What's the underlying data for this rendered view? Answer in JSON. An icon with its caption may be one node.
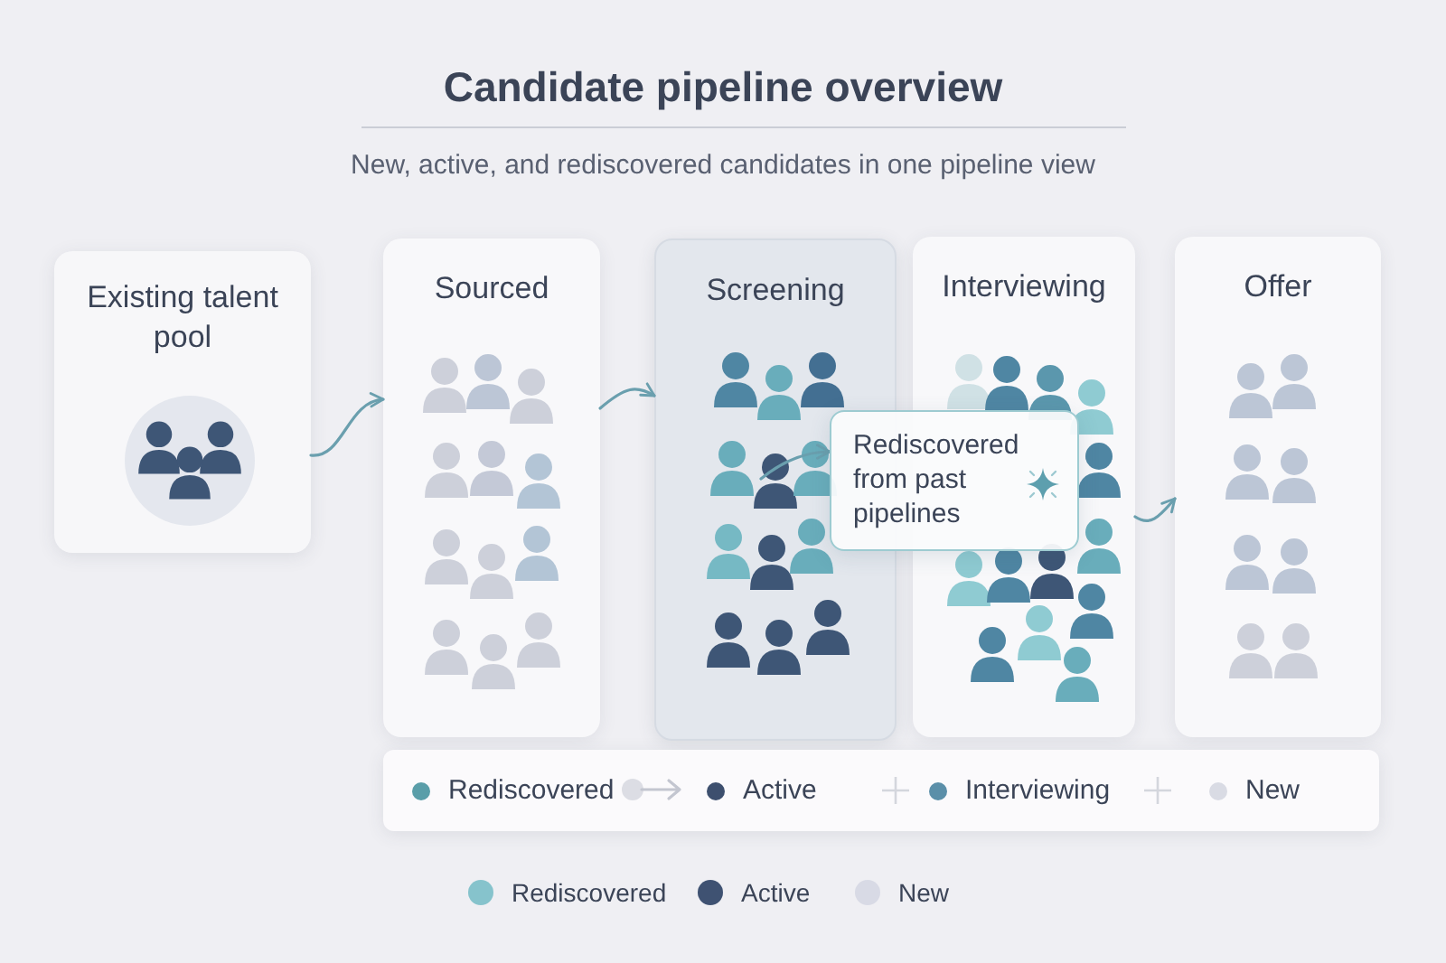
{
  "diagram": {
    "title": "Candidate pipeline overview",
    "caption": "New, active, and rediscovered candidates in one pipeline view",
    "nodes": [
      {
        "text": [
          "Existing talent pool"
        ]
      },
      {
        "text": [
          "Sourced"
        ]
      },
      {
        "text": [
          "Screening"
        ]
      },
      {
        "text": [
          "Interviewing"
        ]
      },
      {
        "text": [
          "Offer"
        ]
      },
      {
        "text": [
          "Rediscovered from past pipelines"
        ]
      }
    ],
    "edges": [
      {
        "from": 0,
        "to": 1,
        "arrow": "to"
      },
      {
        "from": 1,
        "to": 2,
        "arrow": "to"
      },
      {
        "from": 2,
        "to": 5,
        "arrow": "to"
      },
      {
        "from": 3,
        "to": 4,
        "arrow": "to"
      }
    ],
    "legend": [
      {
        "text": "Rediscovered",
        "color": "#5a9ea9"
      },
      {
        "text": "Active",
        "color": "#3d4f6e"
      },
      {
        "text": "Interviewing",
        "color": "#5b8fa9"
      },
      {
        "text": "New",
        "color": "#d9dbe4"
      },
      {
        "text": "Rediscovered",
        "color": "#86c3cc"
      },
      {
        "text": "Active",
        "color": "#3f5272"
      },
      {
        "text": "New",
        "color": "#d8dae5"
      }
    ]
  }
}
